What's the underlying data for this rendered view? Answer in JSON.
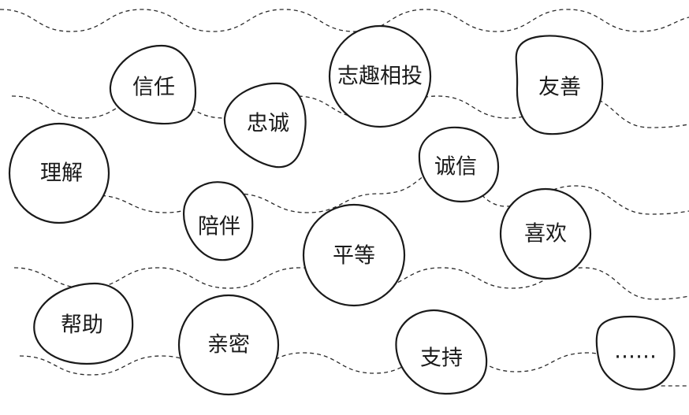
{
  "diagram": {
    "labels": [
      {
        "id": "xinren",
        "text": "信任"
      },
      {
        "id": "zhongcheng",
        "text": "忠诚"
      },
      {
        "id": "zhiqu",
        "text": "志趣相投"
      },
      {
        "id": "youshan",
        "text": "友善"
      },
      {
        "id": "lijie",
        "text": "理解"
      },
      {
        "id": "chengxin",
        "text": "诚信"
      },
      {
        "id": "peiban",
        "text": "陪伴"
      },
      {
        "id": "pingdeng",
        "text": "平等"
      },
      {
        "id": "xihuan",
        "text": "喜欢"
      },
      {
        "id": "bangzhu",
        "text": "帮助"
      },
      {
        "id": "qinmi",
        "text": "亲密"
      },
      {
        "id": "zhichi",
        "text": "支持"
      },
      {
        "id": "more",
        "text": "……"
      }
    ]
  }
}
